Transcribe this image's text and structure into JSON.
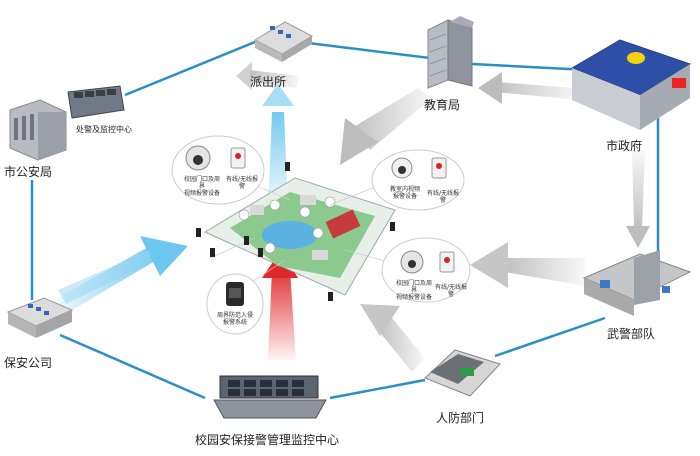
{
  "nodes": {
    "police_station": {
      "label": "派出所"
    },
    "city_police_bureau": {
      "label": "市公安局"
    },
    "dispatch_center": {
      "label": "处警及监控中心"
    },
    "education_bureau": {
      "label": "教育局"
    },
    "municipal_government": {
      "label": "市政府"
    },
    "armed_police": {
      "label": "武警部队"
    },
    "civil_defense": {
      "label": "人防部门"
    },
    "security_company": {
      "label": "保安公司"
    },
    "campus_center": {
      "label": "校园安保接警管理监控中心"
    }
  },
  "devices": {
    "gate_camera_top": {
      "line1": "校园门口及周界",
      "line2": "视频报警设备"
    },
    "alarm_button_top": {
      "label": "有线/无线报警"
    },
    "classroom_camera": {
      "line1": "教室内视频",
      "line2": "报警设备"
    },
    "alarm_button_right": {
      "label": "有线/无线报警"
    },
    "gate_camera_bottom": {
      "line1": "校园门口及周界",
      "line2": "视频报警设备"
    },
    "alarm_button_bottom": {
      "label": "有线/无线报警"
    },
    "intrusion_sensor": {
      "line1": "周界防范入侵",
      "line2": "报警系统"
    }
  },
  "colors": {
    "network_line": "#2a8fc6",
    "arrow_blue": "#6cc6ee",
    "arrow_red": "#e0282c",
    "arrow_gray": "#b4b4b4",
    "building_blue": "#2e4fa8"
  }
}
